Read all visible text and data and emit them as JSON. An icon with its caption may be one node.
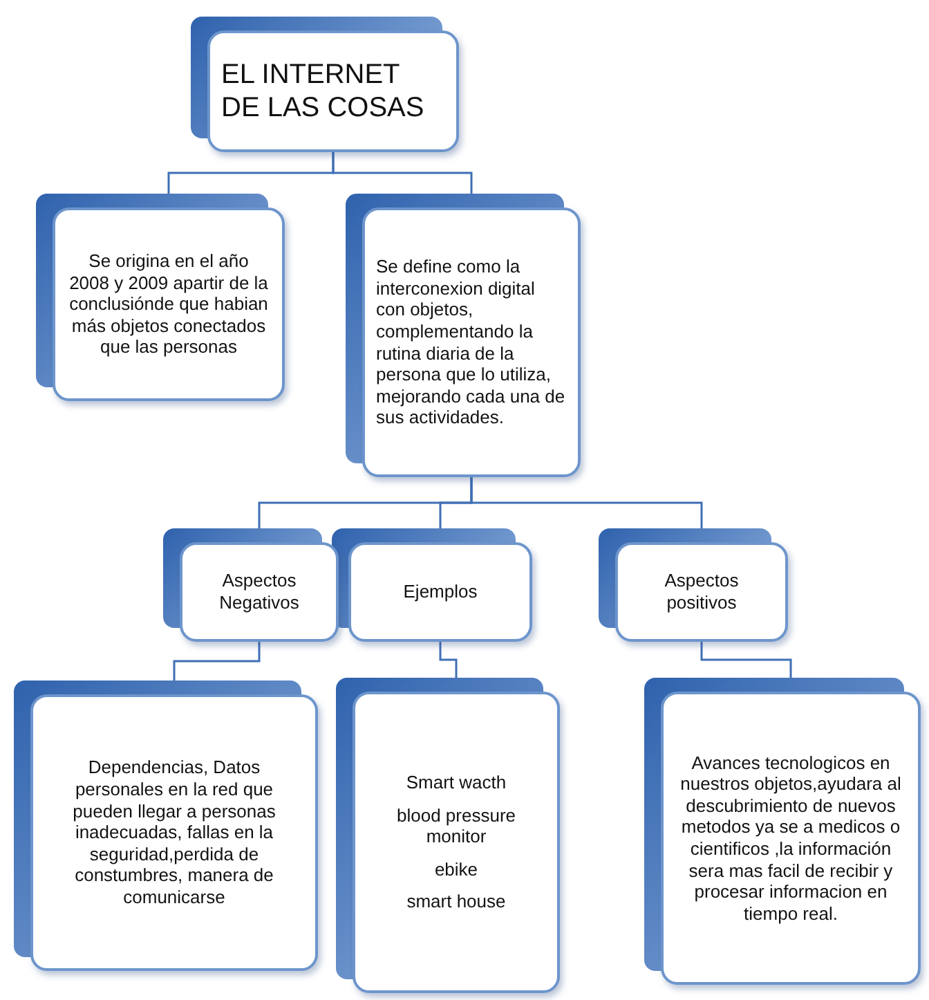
{
  "diagram": {
    "nodes": [
      {
        "text": [
          "EL INTERNET DE LAS COSAS"
        ]
      },
      {
        "text": [
          "Se origina en el año 2008 y 2009 apartir de la conclusiónde que habian más objetos conectados que las personas"
        ]
      },
      {
        "text": [
          "Se define como la interconexion digital con objetos, complementando la rutina diaria de la persona que lo utiliza, mejorando cada una de sus actividades."
        ]
      },
      {
        "text": [
          "Aspectos Negativos"
        ]
      },
      {
        "text": [
          "Ejemplos"
        ]
      },
      {
        "text": [
          "Aspectos positivos"
        ]
      },
      {
        "text": [
          "Dependencias, Datos personales en la red que pueden llegar a personas inadecuadas, fallas en la seguridad,perdida de constumbres, manera de comunicarse"
        ]
      },
      {
        "text": [
          "Smart wacth",
          "blood pressure monitor",
          "ebike",
          "smart house"
        ]
      },
      {
        "text": [
          "Avances tecnologicos en nuestros objetos,ayudara al descubrimiento de nuevos metodos ya se a medicos o cientificos ,la información sera mas facil de recibir y procesar informacion en tiempo real."
        ]
      }
    ],
    "edges": [
      {
        "from": 0,
        "to": 1,
        "arrow": "none"
      },
      {
        "from": 0,
        "to": 2,
        "arrow": "none"
      },
      {
        "from": 2,
        "to": 3,
        "arrow": "none"
      },
      {
        "from": 2,
        "to": 4,
        "arrow": "none"
      },
      {
        "from": 2,
        "to": 5,
        "arrow": "none"
      },
      {
        "from": 3,
        "to": 6,
        "arrow": "none"
      },
      {
        "from": 4,
        "to": 7,
        "arrow": "to"
      },
      {
        "from": 5,
        "to": 8,
        "arrow": "none"
      }
    ]
  }
}
